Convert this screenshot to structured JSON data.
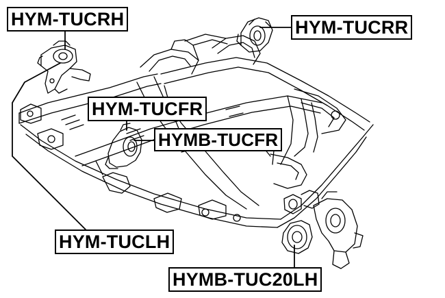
{
  "labels": {
    "tucrh": "HYM-TUCRH",
    "tucrr": "HYM-TUCRR",
    "tucfr": "HYM-TUCFR",
    "hymb_tucfr": "HYMB-TUCFR",
    "tuclh": "HYM-TUCLH",
    "tuc20lh": "HYMB-TUC20LH"
  },
  "colors": {
    "line": "#000000",
    "background": "#ffffff"
  }
}
